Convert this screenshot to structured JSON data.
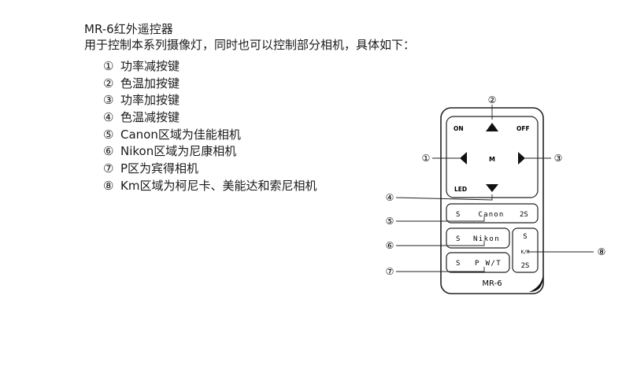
{
  "heading": {
    "title": "MR-6红外遥控器",
    "description": "用于控制本系列摄像灯，同时也可以控制部分相机，具体如下："
  },
  "functions": [
    {
      "num": "①",
      "text": "功率减按键"
    },
    {
      "num": "②",
      "text": "色温加按键"
    },
    {
      "num": "③",
      "text": "功率加按键"
    },
    {
      "num": "④",
      "text": "色温减按键"
    },
    {
      "num": "⑤",
      "text": "Canon区域为佳能相机"
    },
    {
      "num": "⑥",
      "text": "Nikon区域为尼康相机"
    },
    {
      "num": "⑦",
      "text": "P区为宾得相机"
    },
    {
      "num": "⑧",
      "text": "Km区域为柯尼卡、美能达和索尼相机"
    }
  ],
  "remote": {
    "on_label": "ON",
    "off_label": "OFF",
    "mode_label": "M",
    "led_label": "LED",
    "canon_button": {
      "left": "S",
      "center": "Canon",
      "right": "2S"
    },
    "nikon_button": {
      "left": "S",
      "center": "Nikon"
    },
    "pw_button": {
      "left": "S",
      "center": "P W/T"
    },
    "km_button": {
      "top": "S",
      "middle": "K/M",
      "bottom": "2S"
    },
    "model": "MR-6"
  },
  "callouts": {
    "c1": "①",
    "c2": "②",
    "c3": "③",
    "c4": "④",
    "c5": "⑤",
    "c6": "⑥",
    "c7": "⑦",
    "c8": "⑧"
  }
}
